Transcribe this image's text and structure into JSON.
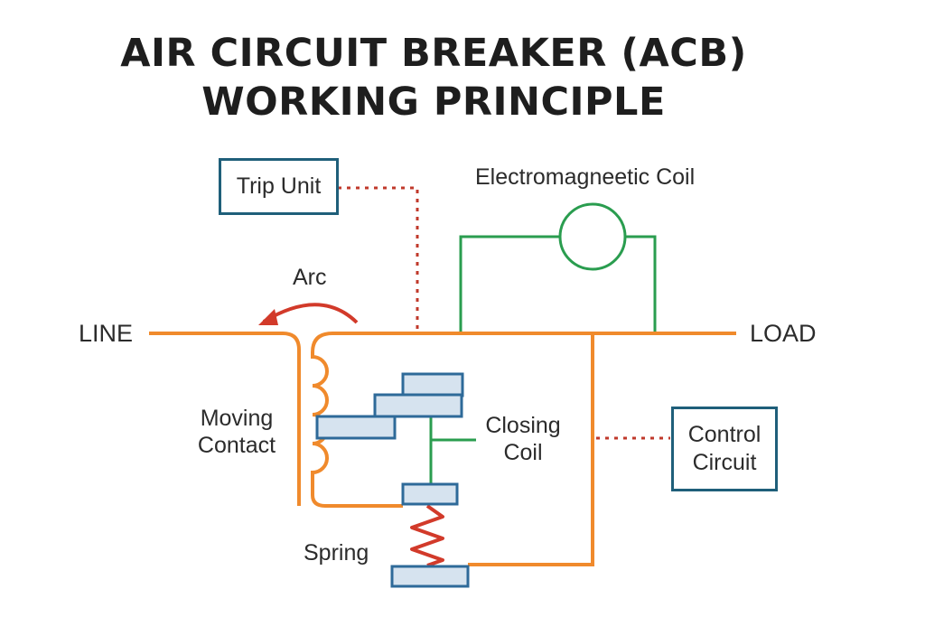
{
  "title": {
    "line1": "AIR CIRCUIT BREAKER (ACB)",
    "line2": "WORKING PRINCIPLE"
  },
  "labels": {
    "trip_unit": "Trip Unit",
    "electromagnetic_coil": "Electromagneetic Coil",
    "arc": "Arc",
    "line": "LINE",
    "load": "LOAD",
    "moving_contact_1": "Moving",
    "moving_contact_2": "Contact",
    "closing_coil_1": "Closing",
    "closing_coil_2": "Coil",
    "control_circuit_1": "Control",
    "control_circuit_2": "Circuit",
    "spring": "Spring"
  },
  "colors": {
    "conductor": "#f08a2c",
    "coil_circuit": "#2a9d4f",
    "arc": "#d23a2a",
    "dotted_link": "#c0392b",
    "box_border": "#1f5f7a",
    "contact_fill": "#d6e3ef",
    "contact_border": "#2e6a99",
    "spring": "#d23a2a"
  }
}
